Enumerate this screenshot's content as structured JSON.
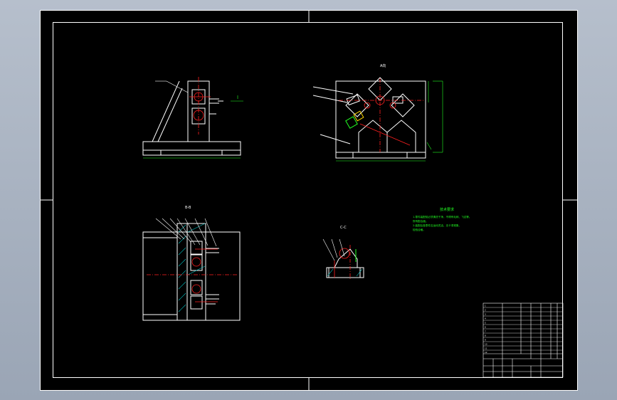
{
  "drawing": {
    "views": {
      "top_right": {
        "label": "A向"
      },
      "bottom_left": {
        "label": "B-B"
      },
      "bottom_mid": {
        "label": "C-C"
      }
    },
    "notes": {
      "heading": "技术要求",
      "lines": [
        "1.零件装配前必须清洗干净，不得有毛刺、飞边等。",
        "所有配合面。",
        "2.装配后各零件应运动灵活，无卡滞现象。",
        "检验合格。"
      ]
    },
    "title_block": {
      "rows": [
        "1",
        "2",
        "3",
        "4",
        "5",
        "6",
        "7",
        "8",
        "9",
        "10",
        "11",
        "12"
      ]
    }
  },
  "colors": {
    "sheet": "#000000",
    "line": "#ffffff",
    "center": "#ff2020",
    "dim": "#22ff22",
    "section": "#00c8c8",
    "part_yellow": "#ffd800"
  }
}
